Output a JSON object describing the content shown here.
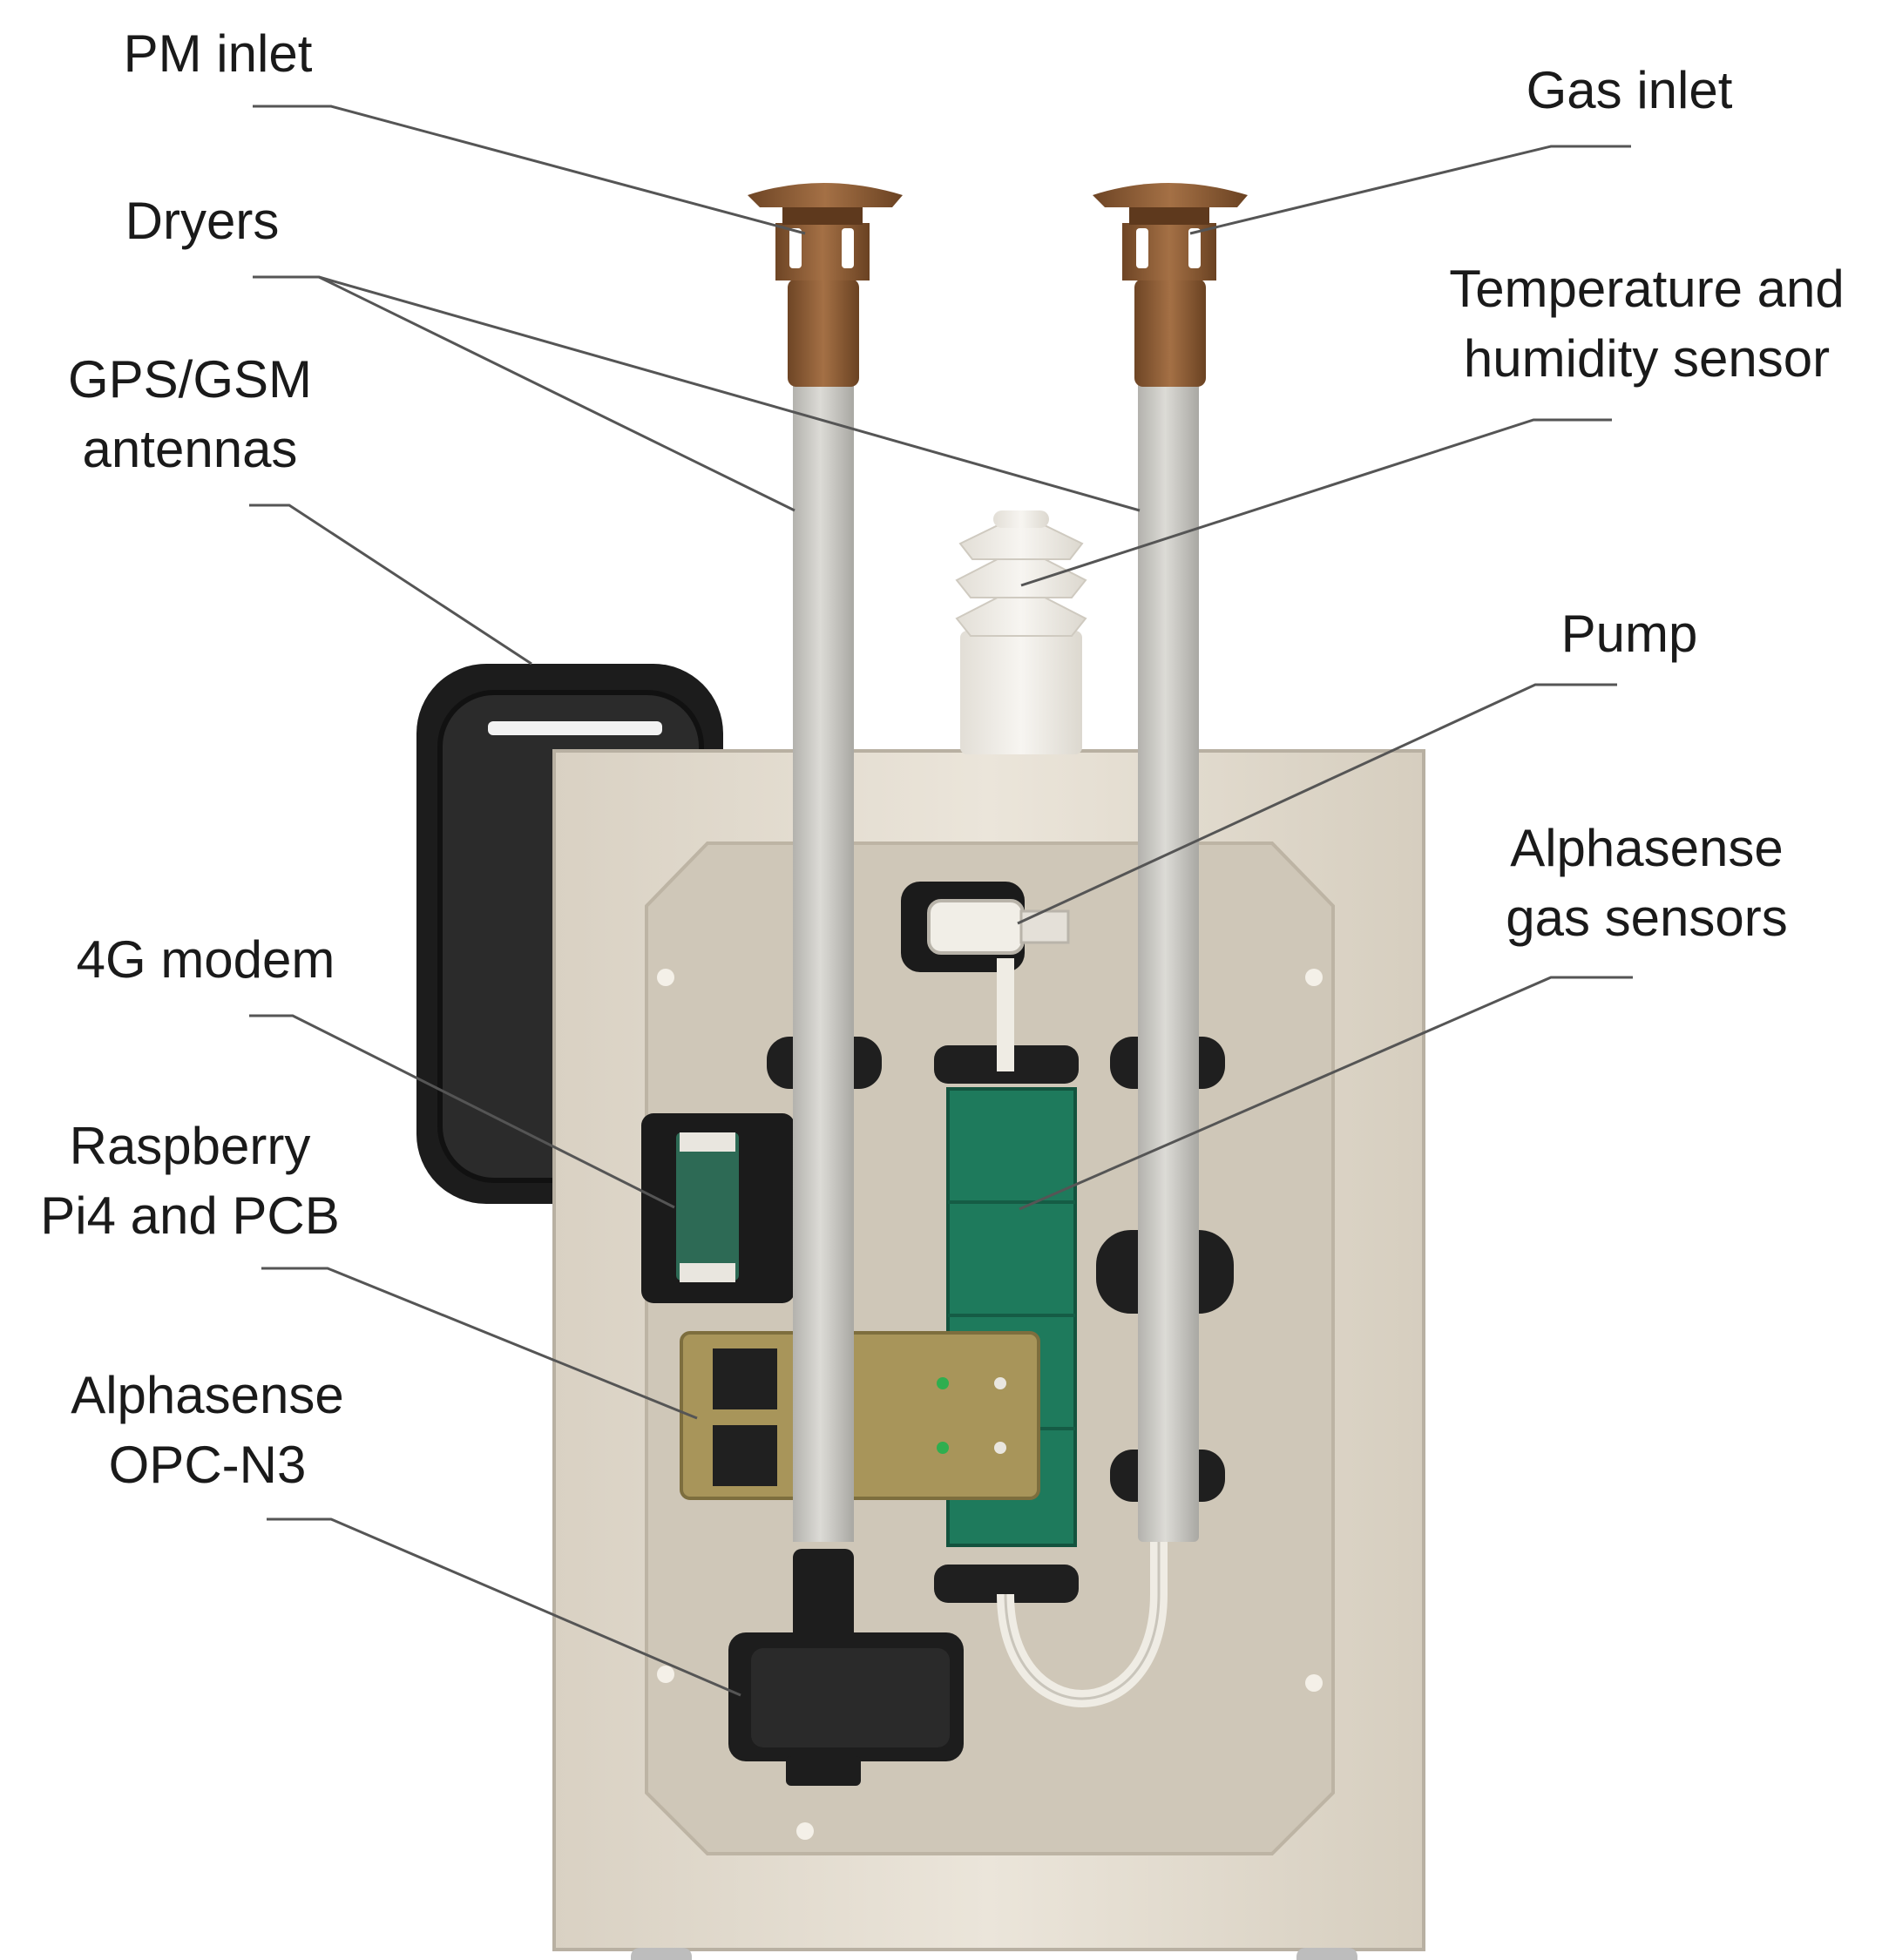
{
  "labels": {
    "pm_inlet": "PM inlet",
    "gas_inlet": "Gas inlet",
    "dryers": "Dryers",
    "temp_humidity_line1": "Temperature and",
    "temp_humidity_line2": "humidity sensor",
    "gps_gsm_line1": "GPS/GSM",
    "gps_gsm_line2": "antennas",
    "pump": "Pump",
    "alphasense_gas_line1": "Alphasense",
    "alphasense_gas_line2": "gas sensors",
    "modem": "4G modem",
    "raspberry_line1": "Raspberry",
    "raspberry_line2": "Pi4 and PCB",
    "opc_line1": "Alphasense",
    "opc_line2": "OPC-N3"
  },
  "colors": {
    "enclosure": "#e4ddd0",
    "backplate": "#cfc7b8",
    "tube": "#c9c8c3",
    "inlet_cap": "#8a5a32",
    "antenna_housing": "#1c1c1c",
    "gas_sensor_board": "#1e7a5c",
    "pcb": "#a8955a",
    "leader_line": "#555555"
  }
}
